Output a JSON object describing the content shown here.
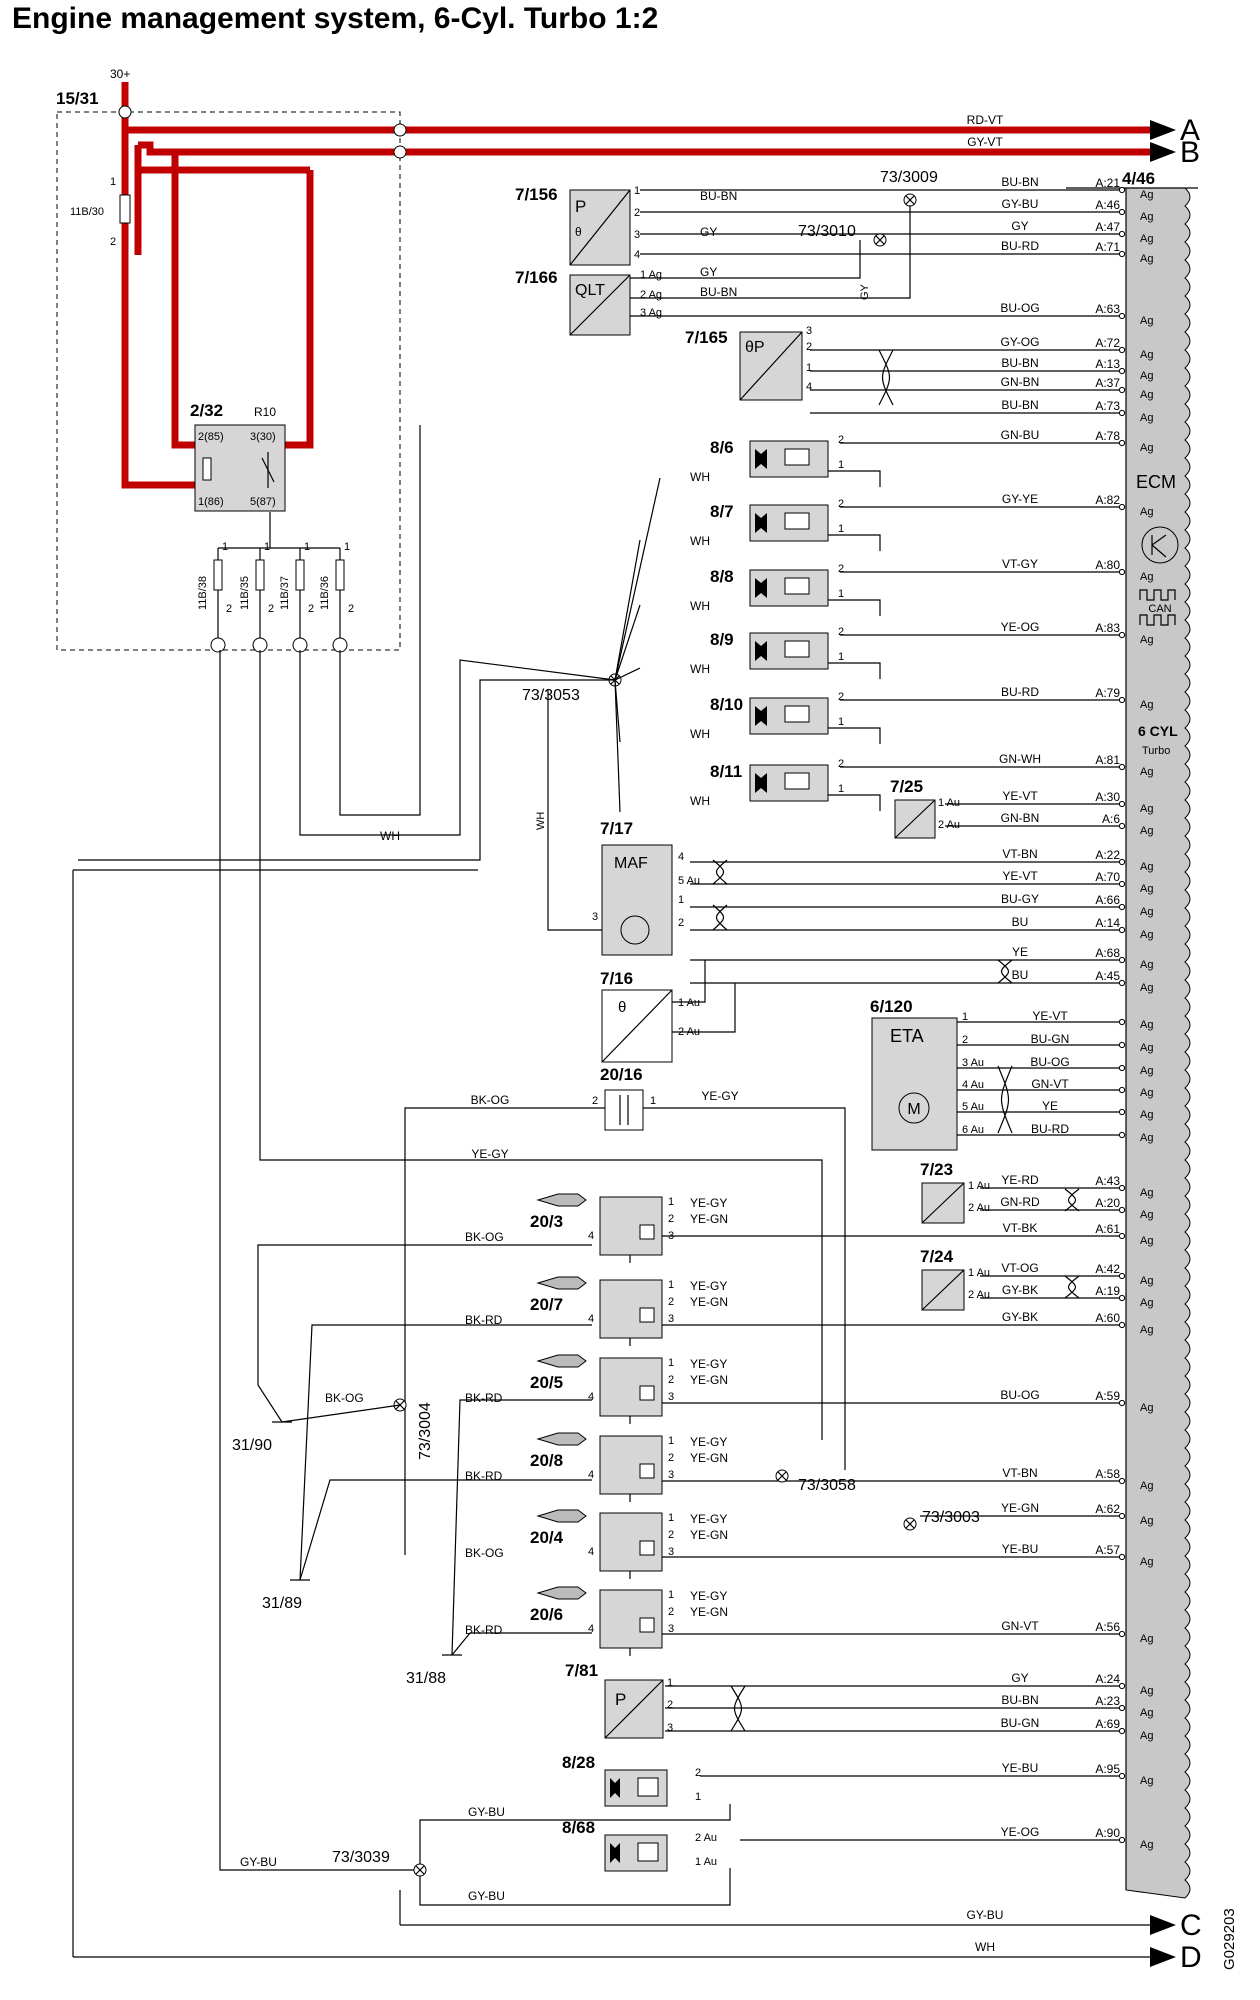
{
  "title": "Engine management system, 6-Cyl. Turbo 1:2",
  "doc_id": "G029203",
  "colors": {
    "power": "#c00000",
    "ecm_fill": "#c8c8c8",
    "component_fill": "#d6d6d6"
  },
  "ecm": {
    "ref": "4/46",
    "name": "ECM",
    "type_line1": "6 CYL",
    "type_line2": "Turbo",
    "can_label": "CAN",
    "ag_label": "Ag"
  },
  "power": {
    "supply": "30+",
    "relay_box": "15/31",
    "fuse_main": "11B/30",
    "relay": "2/32",
    "relay_name": "R10",
    "relay_pins": [
      "2(85)",
      "3(30)",
      "1(86)",
      "5(87)"
    ],
    "fuses": [
      "11B/38",
      "11B/35",
      "11B/37",
      "11B/36"
    ]
  },
  "outputs": [
    {
      "id": "A",
      "wire": "RD-VT"
    },
    {
      "id": "B",
      "wire": "GY-VT"
    },
    {
      "id": "C",
      "wire": "GY-BU"
    },
    {
      "id": "D",
      "wire": "WH"
    }
  ],
  "ecm_pins": [
    {
      "pin": "A:21",
      "wire": "BU-BN"
    },
    {
      "pin": "A:46",
      "wire": "GY-BU"
    },
    {
      "pin": "A:47",
      "wire": "GY"
    },
    {
      "pin": "A:71",
      "wire": "BU-RD"
    },
    {
      "pin": "A:63",
      "wire": "BU-OG"
    },
    {
      "pin": "A:72",
      "wire": "GY-OG"
    },
    {
      "pin": "A:13",
      "wire": "BU-BN"
    },
    {
      "pin": "A:37",
      "wire": "GN-BN"
    },
    {
      "pin": "A:73",
      "wire": "BU-BN"
    },
    {
      "pin": "A:78",
      "wire": "GN-BU"
    },
    {
      "pin": "A:82",
      "wire": "GY-YE"
    },
    {
      "pin": "A:80",
      "wire": "VT-GY"
    },
    {
      "pin": "A:83",
      "wire": "YE-OG"
    },
    {
      "pin": "A:79",
      "wire": "BU-RD"
    },
    {
      "pin": "A:81",
      "wire": "GN-WH"
    },
    {
      "pin": "A:30",
      "wire": "YE-VT"
    },
    {
      "pin": "A:6",
      "wire": "GN-BN"
    },
    {
      "pin": "A:22",
      "wire": "VT-BN"
    },
    {
      "pin": "A:70",
      "wire": "YE-VT"
    },
    {
      "pin": "A:66",
      "wire": "BU-GY"
    },
    {
      "pin": "A:14",
      "wire": "BU"
    },
    {
      "pin": "A:68",
      "wire": "YE"
    },
    {
      "pin": "A:45",
      "wire": "BU"
    },
    {
      "pin": "A:43",
      "wire": "YE-RD"
    },
    {
      "pin": "A:20",
      "wire": "GN-RD"
    },
    {
      "pin": "A:61",
      "wire": "VT-BK"
    },
    {
      "pin": "A:42",
      "wire": "VT-OG"
    },
    {
      "pin": "A:19",
      "wire": "GY-BK"
    },
    {
      "pin": "A:60",
      "wire": "GY-BK"
    },
    {
      "pin": "A:59",
      "wire": "BU-OG"
    },
    {
      "pin": "A:58",
      "wire": "VT-BN"
    },
    {
      "pin": "A:62",
      "wire": "YE-GN"
    },
    {
      "pin": "A:57",
      "wire": "YE-BU"
    },
    {
      "pin": "A:56",
      "wire": "GN-VT"
    },
    {
      "pin": "A:24",
      "wire": "GY"
    },
    {
      "pin": "A:23",
      "wire": "BU-BN"
    },
    {
      "pin": "A:69",
      "wire": "BU-GN"
    },
    {
      "pin": "A:95",
      "wire": "YE-BU"
    },
    {
      "pin": "A:90",
      "wire": "YE-OG"
    }
  ],
  "sensors": [
    {
      "ref": "7/156",
      "symbol": "P",
      "symbol2": "θ",
      "pins": [
        "1",
        "2",
        "3",
        "4"
      ]
    },
    {
      "ref": "7/166",
      "symbol": "QLT",
      "pins": [
        "1 Ag",
        "2 Ag",
        "3 Ag"
      ]
    },
    {
      "ref": "7/165",
      "symbol": "θP",
      "pins": [
        "3",
        "2",
        "1",
        "4"
      ]
    },
    {
      "ref": "7/25",
      "pins": [
        "1 Au",
        "2 Au"
      ]
    },
    {
      "ref": "7/17",
      "symbol": "MAF",
      "pins": [
        "4",
        "5 Au",
        "1",
        "2",
        "3"
      ]
    },
    {
      "ref": "7/16",
      "symbol": "θ",
      "pins": [
        "1 Au",
        "2 Au"
      ]
    },
    {
      "ref": "6/120",
      "symbol": "ETA",
      "symbol2": "M",
      "pins": [
        "1",
        "2",
        "3 Au",
        "4 Au",
        "5 Au",
        "6 Au"
      ]
    },
    {
      "ref": "20/16",
      "pins": [
        "2",
        "1"
      ]
    },
    {
      "ref": "7/23",
      "pins": [
        "1 Au",
        "2 Au"
      ]
    },
    {
      "ref": "7/24",
      "pins": [
        "1 Au",
        "2 Au"
      ]
    },
    {
      "ref": "7/81",
      "symbol": "P",
      "pins": [
        "1",
        "2",
        "3"
      ]
    }
  ],
  "injectors": [
    "8/6",
    "8/7",
    "8/8",
    "8/9",
    "8/10",
    "8/11"
  ],
  "valves": [
    {
      "ref": "8/28",
      "pins": [
        "2",
        "1"
      ]
    },
    {
      "ref": "8/68",
      "pins": [
        "2 Au",
        "1 Au"
      ]
    }
  ],
  "coils": [
    "20/3",
    "20/7",
    "20/5",
    "20/8",
    "20/4",
    "20/6"
  ],
  "splices": [
    "73/3009",
    "73/3010",
    "73/3053",
    "73/3004",
    "73/3058",
    "73/3003",
    "73/3039"
  ],
  "grounds": [
    "31/90",
    "31/89",
    "31/88"
  ],
  "wire_labels": {
    "wh": "WH",
    "gy": "GY",
    "bu_bn": "BU-BN",
    "gy_bu": "GY-BU",
    "ye_gy": "YE-GY",
    "ye_gn": "YE-GN",
    "bk_og": "BK-OG",
    "bk_rd": "BK-RD"
  }
}
